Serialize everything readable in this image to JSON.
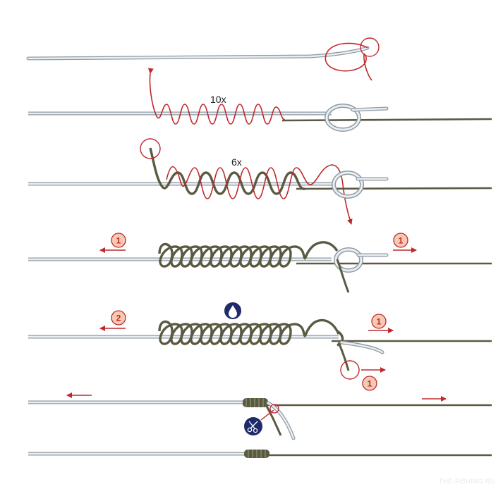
{
  "colors": {
    "line_a_outline": "#8f9aa3",
    "line_a_fill": "#e9eef2",
    "line_b": "#5a5a42",
    "line_b_dark": "#3f3f2e",
    "accent_red": "#c0282c",
    "badge_fill": "#f6c9b2",
    "icon_navy": "#1f2a6b"
  },
  "steps": [
    {
      "id": 1,
      "description": "tag end forms loop"
    },
    {
      "id": 2,
      "wrap_label": "10x"
    },
    {
      "id": 3,
      "wrap_label": "6x"
    },
    {
      "id": 4,
      "left_badge": "1",
      "right_badge": "1"
    },
    {
      "id": 5,
      "left_badge": "2",
      "right_badge": "1",
      "bottom_badge": "1",
      "icon": "water-drop-icon"
    },
    {
      "id": 6,
      "icon": "scissors-icon"
    },
    {
      "id": 7,
      "description": "finished knot"
    }
  ],
  "watermark": "THE-FISHING.RU"
}
